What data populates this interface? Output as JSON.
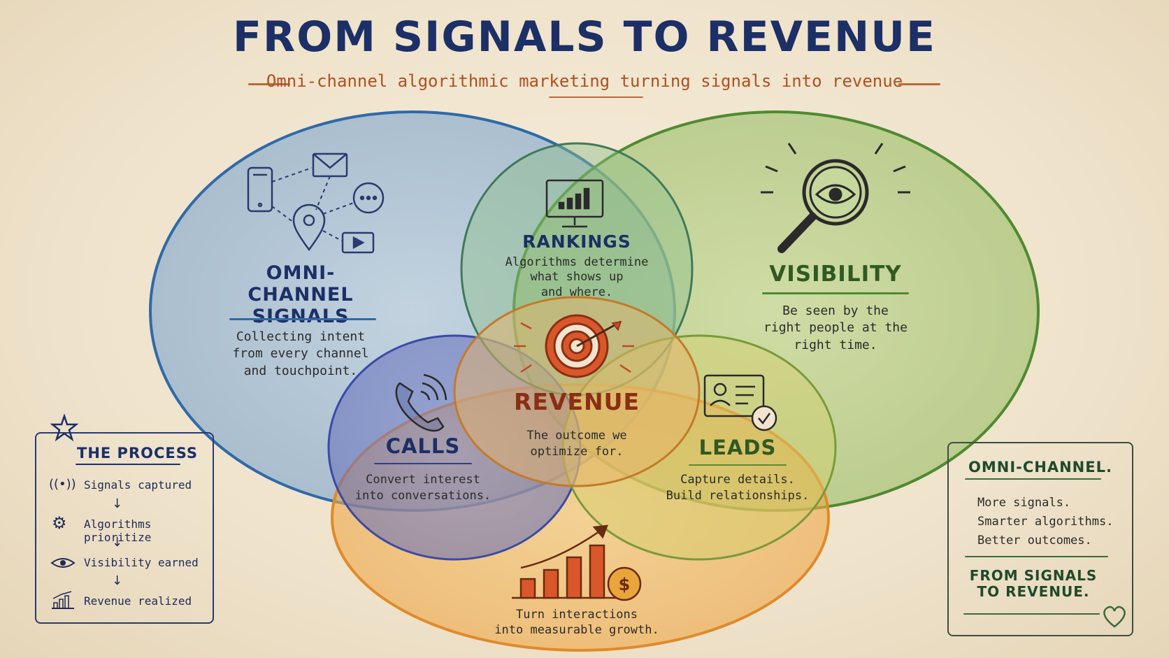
{
  "header": {
    "title": "FROM SIGNALS TO REVENUE",
    "subtitle": "Omni-channel algorithmic marketing turning signals into revenue"
  },
  "colors": {
    "blue": "#2f6aa8",
    "green": "#5f9a3a",
    "orange": "#e08a2a",
    "navy": "#1c2f66",
    "rust": "#b0501f"
  },
  "regions": {
    "signals": {
      "title_line1": "OMNI-CHANNEL",
      "title_line2": "SIGNALS",
      "desc": [
        "Collecting intent",
        "from every channel",
        "and touchpoint."
      ],
      "icons": [
        "phone-icon",
        "mail-icon",
        "chat-icon",
        "location-pin-icon",
        "video-icon"
      ]
    },
    "rankings": {
      "title": "RANKINGS",
      "desc": [
        "Algorithms determine",
        "what shows up",
        "and where."
      ],
      "icon": "monitor-chart-icon"
    },
    "visibility": {
      "title": "VISIBILITY",
      "desc": [
        "Be seen by the",
        "right people at the",
        "right time."
      ],
      "icon": "magnifier-eye-icon"
    },
    "revenue": {
      "title": "REVENUE",
      "desc": [
        "The outcome we",
        "optimize for."
      ],
      "icon": "target-icon"
    },
    "calls": {
      "title": "CALLS",
      "desc": [
        "Convert interest",
        "into conversations."
      ],
      "icon": "phone-call-icon"
    },
    "leads": {
      "title": "LEADS",
      "desc": [
        "Capture details.",
        "Build relationships."
      ],
      "icon": "contact-card-icon"
    },
    "growth": {
      "desc": [
        "Turn interactions",
        "into measurable growth."
      ],
      "icon": "growth-chart-icon"
    }
  },
  "process": {
    "title": "THE PROCESS",
    "steps": [
      {
        "label": "Signals captured",
        "icon": "signal-icon"
      },
      {
        "label": "Algorithms prioritize",
        "icon": "gear-icon"
      },
      {
        "label": "Visibility earned",
        "icon": "eye-icon"
      },
      {
        "label": "Revenue realized",
        "icon": "bar-chart-icon"
      }
    ],
    "arrow": "↓"
  },
  "summary": {
    "title": "OMNI-CHANNEL.",
    "lines": [
      "More signals.",
      "Smarter algorithms.",
      "Better outcomes."
    ],
    "footer_line1": "FROM SIGNALS",
    "footer_line2": "TO REVENUE."
  }
}
